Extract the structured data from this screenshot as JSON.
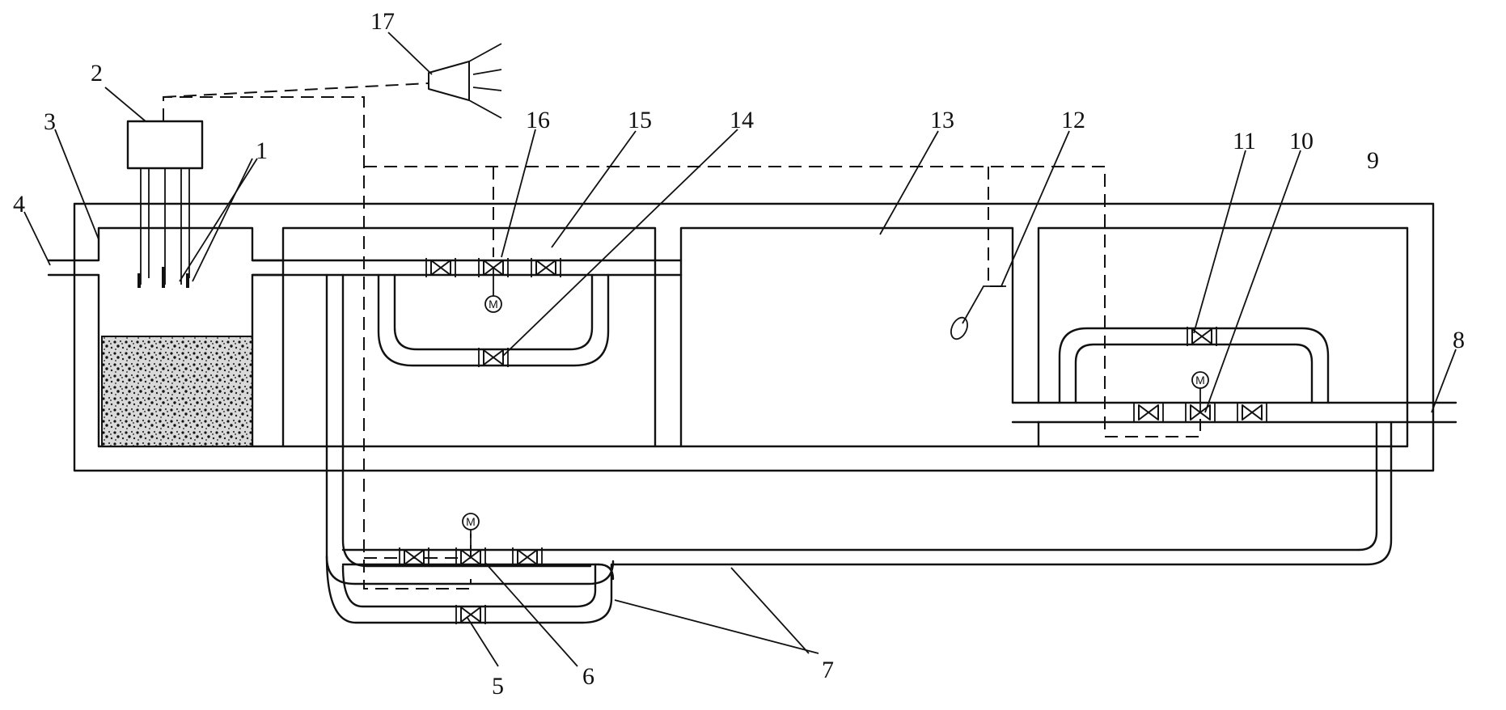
{
  "diagram": {
    "labels": {
      "l1": "1",
      "l2": "2",
      "l3": "3",
      "l4": "4",
      "l5": "5",
      "l6": "6",
      "l7": "7",
      "l8": "8",
      "l9": "9",
      "l10": "10",
      "l11": "11",
      "l12": "12",
      "l13": "13",
      "l14": "14",
      "l15": "15",
      "l16": "16",
      "l17": "17"
    },
    "motor_symbol": "M"
  }
}
